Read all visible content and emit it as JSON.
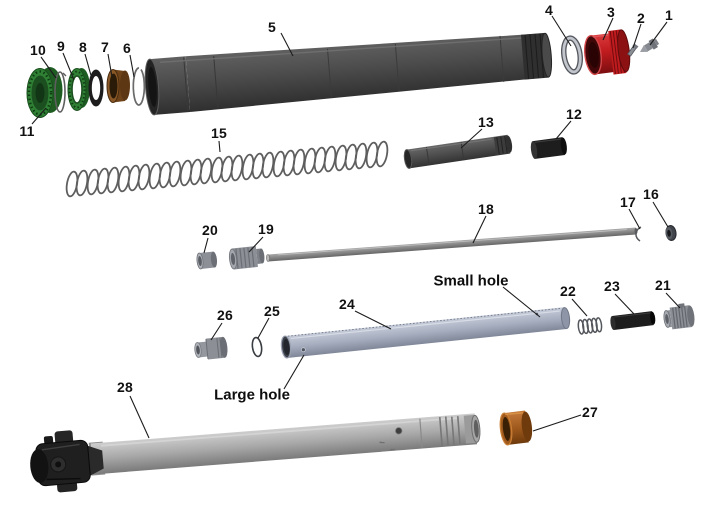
{
  "labels": {
    "1": "1",
    "2": "2",
    "3": "3",
    "4": "4",
    "5": "5",
    "6": "6",
    "7": "7",
    "8": "8",
    "9": "9",
    "10": "10",
    "11": "11",
    "12": "12",
    "13": "13",
    "15": "15",
    "16": "16",
    "17": "17",
    "18": "18",
    "19": "19",
    "20": "20",
    "21": "21",
    "22": "22",
    "23": "23",
    "24": "24",
    "25": "25",
    "26": "26",
    "27": "27",
    "28": "28"
  },
  "annotations": {
    "small_hole": "Small hole",
    "large_hole": "Large hole"
  },
  "colors": {
    "background": "#ffffff",
    "label_text": "#111111",
    "leader_line": "#1c1c1c",
    "upper_tube_dark_gray": "#4c4c4c",
    "red_top_cap": "#c01b1e",
    "green_adjuster": "#2f8035",
    "bronze_bushing": "#8a5826",
    "copper_bushing": "#a05a1d",
    "stanchion_tube_blue_gray": "#a7aebf",
    "lower_tube_gray": "#a8a8a8",
    "black_parts": "#1d1d1d",
    "gray_small_parts": "#8c9096"
  }
}
